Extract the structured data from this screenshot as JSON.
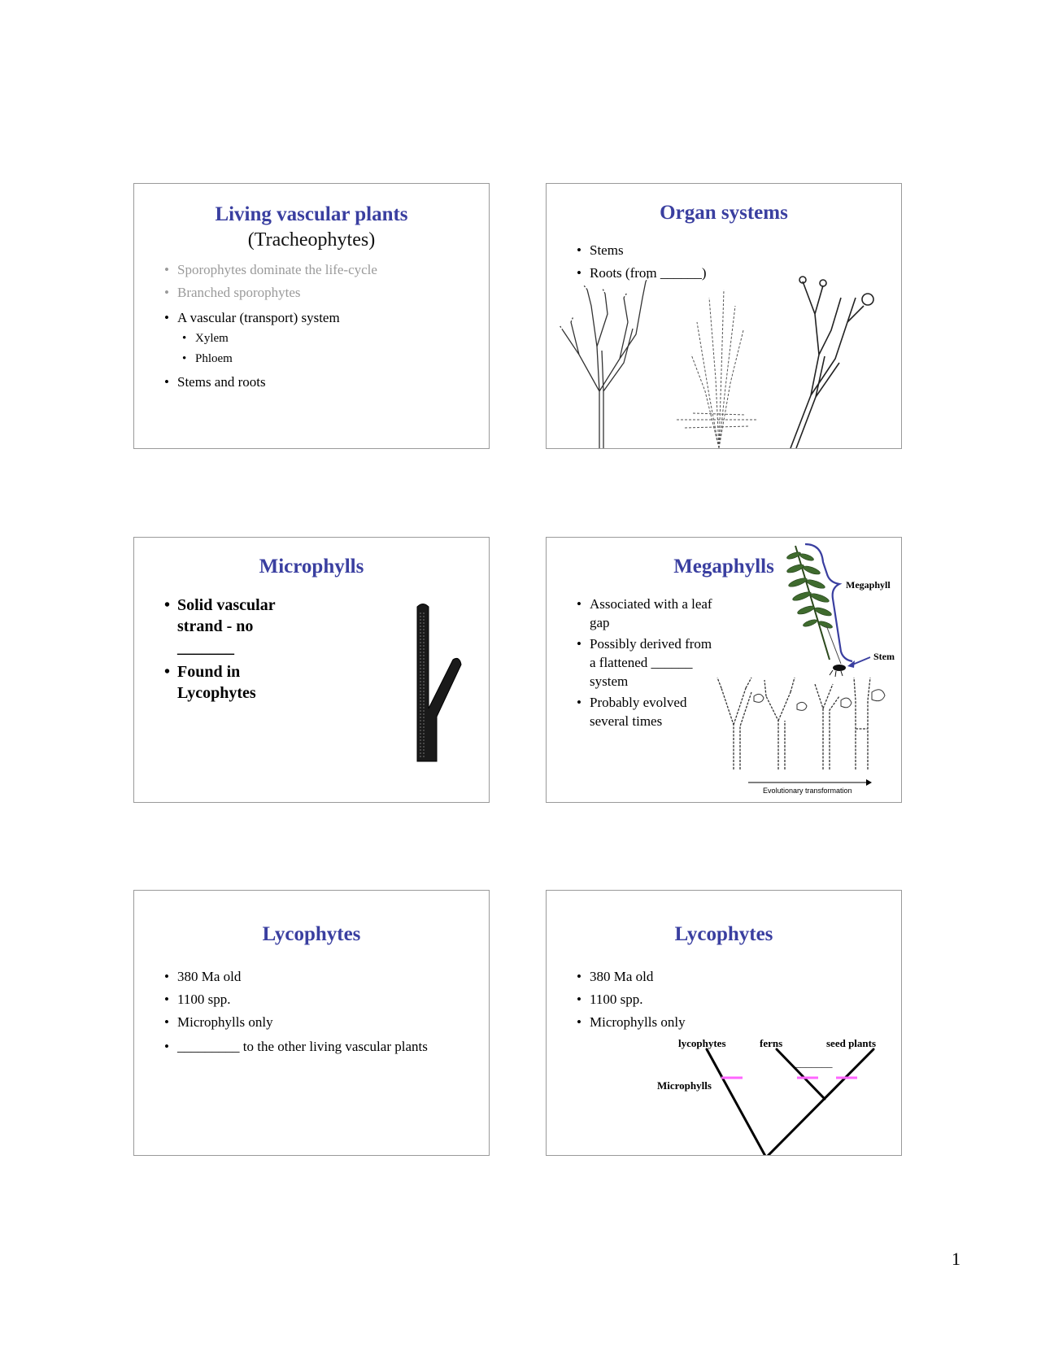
{
  "slides": [
    {
      "title": "Living vascular plants",
      "subtitle": "(Tracheophytes)",
      "grey_bullets": [
        "Sporophytes dominate the life-cycle",
        "Branched sporophytes"
      ],
      "bullet_vascular": "A vascular (transport) system",
      "sub_bullets": [
        "Xylem",
        "Phloem"
      ],
      "bullet_stems": "Stems and roots"
    },
    {
      "title": "Organ systems",
      "bullets": [
        "Stems",
        "Roots (from ______)"
      ]
    },
    {
      "title": "Microphylls",
      "bullets": [
        "Solid vascular strand - no _______",
        "Found in Lycophytes"
      ]
    },
    {
      "title": "Megaphylls",
      "bullets": [
        "Associated with a leaf gap",
        "Possibly derived from a flattened ______ system",
        "Probably evolved several times"
      ],
      "label_megaphyll": "Megaphyll",
      "label_stem": "Stem",
      "label_transformation": "Evolutionary transformation"
    },
    {
      "title": "Lycophytes",
      "bullets": [
        "380 Ma old",
        "1100 spp.",
        "Microphylls only",
        "_________ to the other living vascular plants"
      ]
    },
    {
      "title": "Lycophytes",
      "bullets": [
        "380 Ma old",
        "1100 spp.",
        "Microphylls only"
      ],
      "tree": {
        "taxa": [
          "lycophytes",
          "ferns",
          "seed plants"
        ],
        "trait_label": "Microphylls",
        "blank": "_______"
      }
    }
  ],
  "page_number": "1",
  "colors": {
    "title": "#3a3fa0",
    "grey_text": "#9a9a9a",
    "tree_tick": "#ff66ff",
    "arrow": "#3a3fa0"
  }
}
